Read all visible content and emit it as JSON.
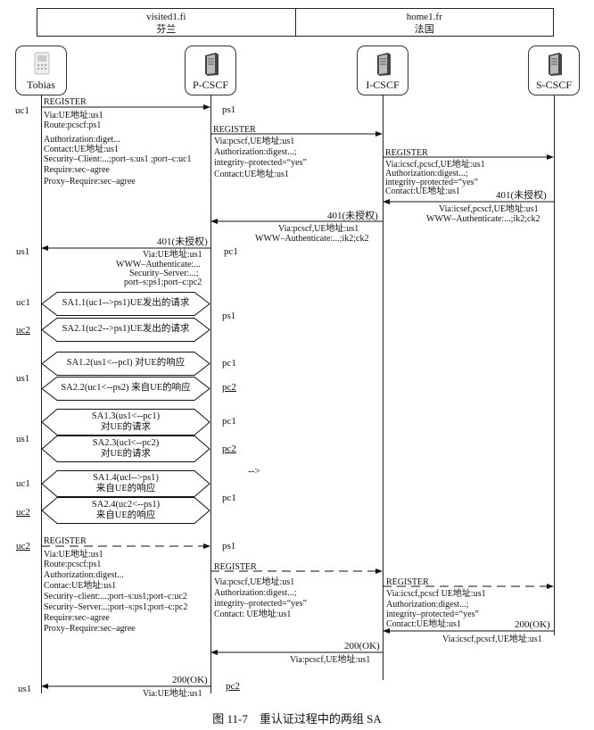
{
  "domains": [
    {
      "host": "visited1.fi",
      "country": "芬兰"
    },
    {
      "host": "home1.fr",
      "country": "法国"
    }
  ],
  "entities": [
    "Tobias",
    "P-CSCF",
    "I-CSCF",
    "S-CSCF"
  ],
  "msg1": {
    "title": "REGISTER",
    "lines": [
      "Via:UE地址:us1",
      "Route:pcscf:ps1",
      "Authorization:diget...",
      "Contact:UE地址:us1",
      "Security–Client:...;port–s:us1 ;port–c:uc1",
      "Require:sec–agree",
      "Proxy–Require:sec–agree"
    ]
  },
  "msg2": {
    "title": "REGISTER",
    "lines": [
      "Via:pcscf,UE地址:us1",
      "Authorization:digest...;",
      "integrity–protected=“yes”",
      "Contact:UE地址:us1"
    ]
  },
  "msg3": {
    "title": "REGISTER",
    "lines": [
      "Via:icscf,pcscf,UE地址:us1",
      "Authorization:digest...;",
      "integrity–protected=“yes”",
      "Contact:UE地址:us1"
    ]
  },
  "msg4": {
    "title": "401(未授权)",
    "lines": [
      "Via:icsef,pcscf,UE地址:us1",
      "WWW–Authenticate:...;ik2;ck2"
    ]
  },
  "msg5": {
    "title": "401(未授权)",
    "lines": [
      "Via:pcscf,UE地址:us1",
      "WWW–Authenticate:...;ik2;ck2"
    ]
  },
  "msg6": {
    "title": "401(未授权)",
    "lines": [
      "Via:UE地址:us1",
      "WWW–Authenticate:...",
      "Security–Server:...;",
      "port–s:ps1;port–c:pc2"
    ]
  },
  "sa": [
    "SA1.1(uc1-->ps1)UE发出的请求",
    "SA2.1(uc2-->ps1)UE发出的请求",
    "SA1.2(us1<--pcl) 对UE的响应",
    "SA2.2(uc1<--ps2) 来自UE的响应",
    "SA1.3(us1<--pc1)",
    "对UE的请求",
    "SA2.3(ucl<--pc2)",
    "对UE的请求",
    "SA1.4(ucl-->ps1)",
    "来自UE的响应",
    "SA2.4(uc2<--ps1)",
    "来自UE的响应"
  ],
  "side_labels": {
    "uc1": "uc1",
    "us1": "us1",
    "uc2": "uc2",
    "ps1": "ps1",
    "pc1": "pc1",
    "pc2": "pc2",
    "dashes": "-->"
  },
  "msg7": {
    "title": "REGISTER",
    "lines": [
      "Via:UE地址:us1",
      "Route:pcscf:ps1",
      "Authorization:digest...",
      "Contac:UE地址:us1",
      "Security–client:...;port–s:us1;port–c:uc2",
      "Security–Server...;port–s:ps1;port–c:pc2",
      "Require:sec–agree",
      "Proxy–Require:sec–agree"
    ]
  },
  "msg8": {
    "title": "REGISTER",
    "lines": [
      "Via:pcscf,UE地址:us1",
      "Authorization:digest...;",
      "integrity–protected=“yes”",
      "Contact: UE地址:us1"
    ]
  },
  "msg9": {
    "title": "REGISTER",
    "lines": [
      "Via:icscf,pcscf UE地址:us1",
      "Authorization:digest...;",
      "integrity–protected=“yes”",
      "Contact:UE地址:us1"
    ]
  },
  "msg10": {
    "title": "200(OK)",
    "lines": [
      "Via:icscf,pcscf,UE地址:us1"
    ]
  },
  "msg11": {
    "title": "200(OK)",
    "lines": [
      "Via:pcscf,UE地址:us1"
    ]
  },
  "msg12": {
    "title": "200(OK)",
    "lines": [
      "Via:UE地址:us1"
    ]
  },
  "caption": "图 11-7　重认证过程中的两组 SA"
}
